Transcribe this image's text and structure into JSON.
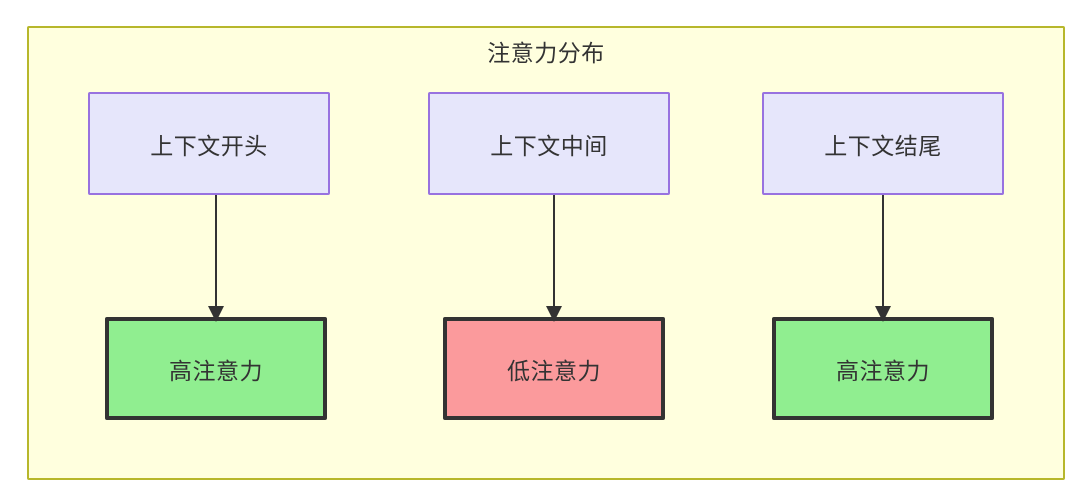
{
  "diagram": {
    "title": "注意力分布",
    "container": {
      "fill": "#ffffde",
      "stroke": "#b7b72b"
    },
    "columns": [
      {
        "id": "col-start",
        "source": {
          "label": "上下文开头",
          "fill": "#e6e6fb",
          "stroke": "#9872e0"
        },
        "target": {
          "label": "高注意力",
          "fill": "#90ee90",
          "stroke": "#333333",
          "level": "high"
        },
        "edge": {
          "arrow": "down-arrow"
        }
      },
      {
        "id": "col-middle",
        "source": {
          "label": "上下文中间",
          "fill": "#e6e6fb",
          "stroke": "#9872e0"
        },
        "target": {
          "label": "低注意力",
          "fill": "#fb9a9c",
          "stroke": "#333333",
          "level": "low"
        },
        "edge": {
          "arrow": "down-arrow"
        }
      },
      {
        "id": "col-end",
        "source": {
          "label": "上下文结尾",
          "fill": "#e6e6fb",
          "stroke": "#9872e0"
        },
        "target": {
          "label": "高注意力",
          "fill": "#90ee90",
          "stroke": "#333333",
          "level": "high"
        },
        "edge": {
          "arrow": "down-arrow"
        }
      }
    ]
  }
}
